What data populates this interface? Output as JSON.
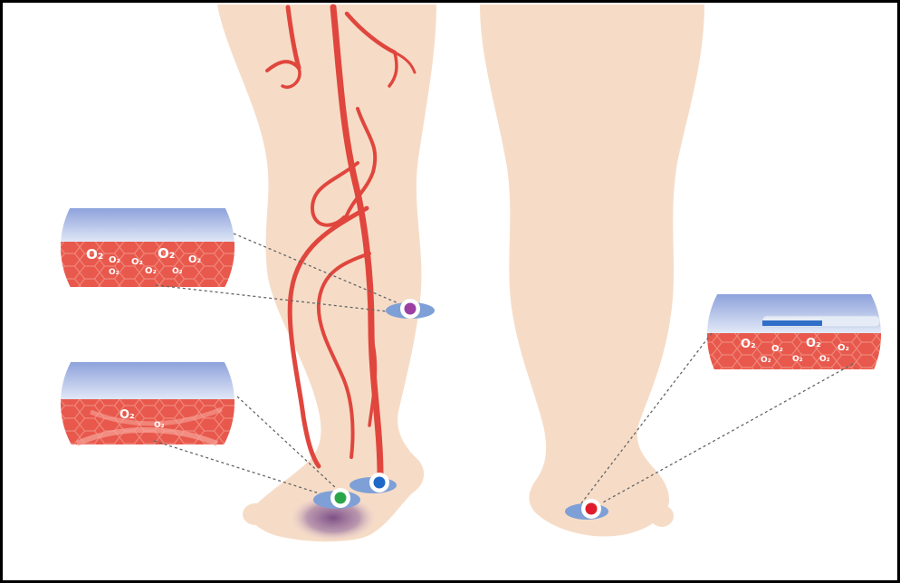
{
  "figure": {
    "colors": {
      "skin": "#f6dcc7",
      "skin_shadow": "#eecdb6",
      "artery": "#e0463d",
      "tissue": "#e8584c",
      "tissue_line": "#f08a7f",
      "skin_surface": "#9fb0e2",
      "sensor_body": "#7fa0d6",
      "dot_purple": "#9b3fa3",
      "dot_blue": "#1e67c7",
      "dot_green": "#2aa64a",
      "dot_red": "#e01c2c",
      "ulcer": "#8a5b8e",
      "leader": "#555555"
    },
    "insets": [
      {
        "id": "upper-left",
        "labels": [
          "O₂",
          "O₂",
          "O₂",
          "O₂",
          "O₂",
          "O₂",
          "O₂",
          "O₂"
        ]
      },
      {
        "id": "lower-left",
        "labels": [
          "O₂",
          "O₂"
        ]
      },
      {
        "id": "right",
        "labels": [
          "O₂",
          "O₂",
          "O₂",
          "O₂",
          "O₂",
          "O₂",
          "O₂"
        ]
      }
    ],
    "sensors": [
      {
        "id": "calf",
        "dot": "purple"
      },
      {
        "id": "toe",
        "dot": "blue"
      },
      {
        "id": "forefoot",
        "dot": "green"
      },
      {
        "id": "right-foot",
        "dot": "red"
      }
    ]
  }
}
